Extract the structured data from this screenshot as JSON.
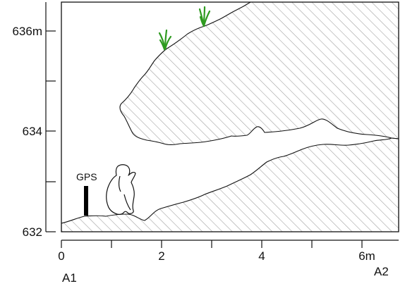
{
  "diagram": {
    "type": "geological-cross-section",
    "y_axis": {
      "ticks": [
        {
          "value": 636,
          "label": "636m"
        },
        {
          "value": 634,
          "label": "634"
        },
        {
          "value": 632,
          "label": "632"
        }
      ],
      "minor_ticks": [
        635,
        633
      ]
    },
    "x_axis": {
      "ticks": [
        {
          "value": 0,
          "label": "0"
        },
        {
          "value": 2,
          "label": "2"
        },
        {
          "value": 4,
          "label": "4"
        },
        {
          "value": 6,
          "label": "6m"
        }
      ],
      "minor_ticks": [
        1,
        3,
        5
      ]
    },
    "corner_labels": {
      "left": "A1",
      "right": "A2"
    },
    "gps_marker": {
      "label": "GPS"
    },
    "vegetation_icon": "grass-tuft-icon",
    "figure_icon": "human-silhouette-icon",
    "rock_fill": "diagonal-hatch",
    "colors": {
      "frame": "#111111",
      "hatch": "#9a9a9a",
      "grass": "#2e9a1f",
      "gps_post": "#000000"
    }
  }
}
